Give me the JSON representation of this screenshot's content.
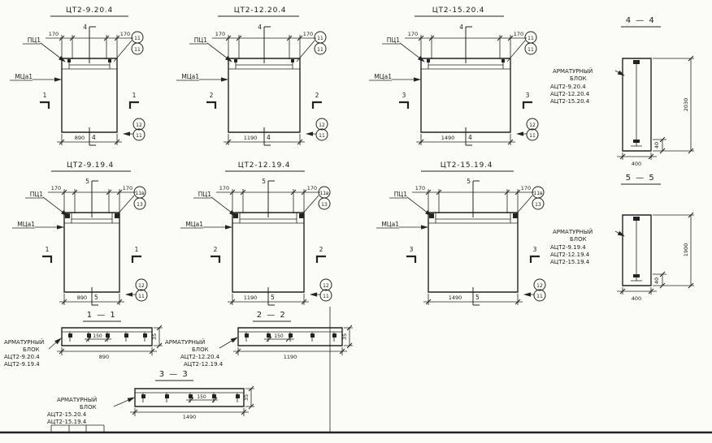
{
  "blocks": [
    {
      "title": "ЦТ2-9.20.4",
      "dim_left": "170",
      "dim_right": "170",
      "cut_mark": "4",
      "pc1": "ПЦ1",
      "mca1": "МЦа1",
      "callout_top": [
        "11",
        "11"
      ],
      "callout_bottom": [
        "12",
        "11"
      ],
      "section_mark": "1",
      "width_dim": "890"
    },
    {
      "title": "ЦТ2-12.20.4",
      "dim_left": "170",
      "dim_right": "170",
      "cut_mark": "4",
      "pc1": "ПЦ1",
      "mca1": "МЦа1",
      "callout_top": [
        "11",
        "11"
      ],
      "callout_bottom": [
        "12",
        "11"
      ],
      "section_mark": "2",
      "width_dim": "1190"
    },
    {
      "title": "ЦТ2-15.20.4",
      "dim_left": "170",
      "dim_right": "170",
      "cut_mark": "4",
      "pc1": "ПЦ1",
      "mca1": "МЦа1",
      "callout_top": [
        "11",
        "11"
      ],
      "callout_bottom": [
        "12",
        "11"
      ],
      "section_mark": "3",
      "width_dim": "1490"
    },
    {
      "title": "ЦТ2-9.19.4",
      "dim_left": "170",
      "dim_right": "170",
      "cut_mark": "5",
      "pc1": "ПЦ1",
      "mca1": "МЦа1",
      "callout_top": [
        "11в",
        "13"
      ],
      "callout_bottom": [
        "12",
        "11"
      ],
      "section_mark": "1",
      "width_dim": "890"
    },
    {
      "title": "ЦТ2-12.19.4",
      "dim_left": "170",
      "dim_right": "170",
      "cut_mark": "5",
      "pc1": "ПЦ1",
      "mca1": "МЦа1",
      "callout_top": [
        "11в",
        "13"
      ],
      "callout_bottom": [
        "12",
        "11"
      ],
      "section_mark": "2",
      "width_dim": "1190"
    },
    {
      "title": "ЦТ2-15.19.4",
      "dim_left": "170",
      "dim_right": "170",
      "cut_mark": "5",
      "pc1": "ПЦ1",
      "mca1": "МЦа1",
      "callout_top": [
        "11в",
        "13"
      ],
      "callout_bottom": [
        "12",
        "11"
      ],
      "section_mark": "3",
      "width_dim": "1490"
    }
  ],
  "section_44": {
    "title": "4 — 4",
    "label1": "АРМАТУРНЫЙ",
    "label2": "БЛОК",
    "items": [
      "АЦТ2-9.20.4",
      "АЦТ2-12.20.4",
      "АЦТ2-15.20.4"
    ],
    "height_dim": "2030",
    "lip_dim": "40",
    "width_dim": "400"
  },
  "section_55": {
    "title": "5 — 5",
    "label1": "АРМАТУРНЫЙ",
    "label2": "БЛОК",
    "items": [
      "АЦТ2-9.19.4",
      "АЦТ2-12.19.4",
      "АЦТ2-15.19.4"
    ],
    "height_dim": "1900",
    "lip_dim": "40",
    "width_dim": "400"
  },
  "section_11": {
    "title": "1 — 1",
    "label1": "АРМАТУРНЫЙ",
    "label2": "БЛОК",
    "items": [
      "АЦТ2-9.20.4",
      "АЦТ2-9.19.4"
    ],
    "thickness_dim": "35",
    "spacing_dim": "150",
    "width_dim": "890"
  },
  "section_22": {
    "title": "2 — 2",
    "label1": "АРМАТУРНЫЙ",
    "label2": "БЛОК",
    "items": [
      "АЦТ2-12.20.4",
      "АЦТ2-12.19.4"
    ],
    "thickness_dim": "35",
    "spacing_dim": "150",
    "width_dim": "1190"
  },
  "section_33": {
    "title": "3 — 3",
    "label1": "АРМАТУРНЫЙ",
    "label2": "БЛОК",
    "items": [
      "АЦТ2-15.20.4",
      "АЦТ2-15.19.4"
    ],
    "thickness_dim": "35",
    "spacing_dim": "150",
    "width_dim": "1490"
  }
}
